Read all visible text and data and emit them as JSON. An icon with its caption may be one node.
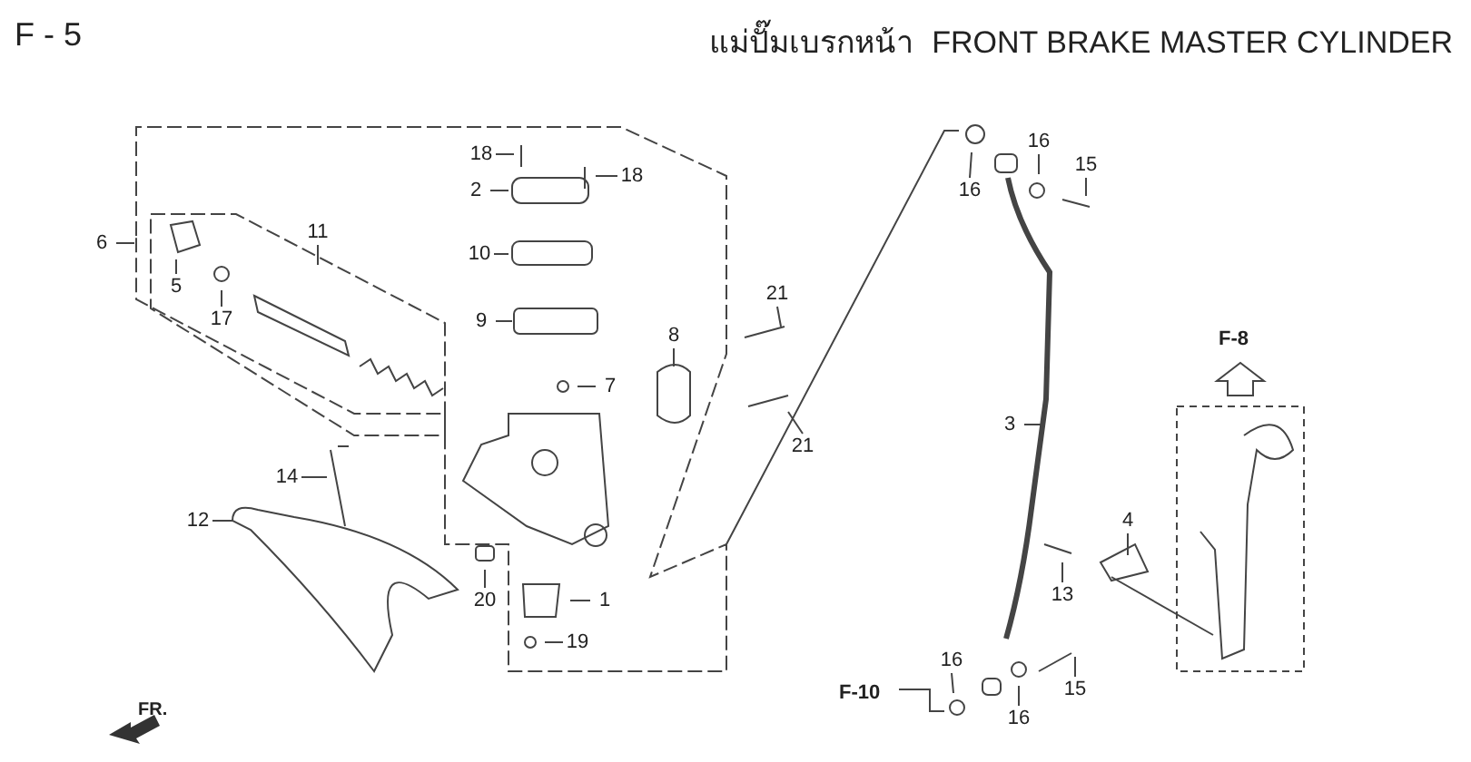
{
  "diagram": {
    "title": "แม่ปั๊มเบรกหน้า  FRONT BRAKE MASTER CYLINDER",
    "nodes": [
      {
        "text": [
          "18"
        ]
      },
      {
        "text": [
          "16"
        ]
      },
      {
        "text": [
          "15"
        ]
      },
      {
        "text": [
          "18"
        ]
      },
      {
        "text": [
          "2"
        ]
      },
      {
        "text": [
          "16"
        ]
      },
      {
        "text": [
          "11"
        ]
      },
      {
        "text": [
          "6"
        ]
      },
      {
        "text": [
          "10"
        ]
      },
      {
        "text": [
          "5"
        ]
      },
      {
        "text": [
          "21"
        ]
      },
      {
        "text": [
          "17"
        ]
      },
      {
        "text": [
          "9"
        ]
      },
      {
        "text": [
          "8"
        ]
      },
      {
        "text": [
          "7"
        ]
      },
      {
        "text": [
          "3"
        ]
      },
      {
        "text": [
          "21"
        ]
      },
      {
        "text": [
          "14"
        ]
      },
      {
        "text": [
          "4"
        ]
      },
      {
        "text": [
          "12"
        ]
      },
      {
        "text": [
          "13"
        ]
      },
      {
        "text": [
          "20"
        ]
      },
      {
        "text": [
          "1"
        ]
      },
      {
        "text": [
          "19"
        ]
      },
      {
        "text": [
          "16"
        ]
      },
      {
        "text": [
          "15"
        ]
      },
      {
        "text": [
          "16"
        ]
      }
    ],
    "edges": [
      {
        "from": 0,
        "to": null,
        "arrow": "none"
      },
      {
        "from": 1,
        "to": null,
        "arrow": "none"
      },
      {
        "from": 2,
        "to": null,
        "arrow": "none"
      },
      {
        "from": 3,
        "to": null,
        "arrow": "none"
      },
      {
        "from": 4,
        "to": null,
        "arrow": "none"
      },
      {
        "from": 5,
        "to": null,
        "arrow": "none"
      },
      {
        "from": 6,
        "to": null,
        "arrow": "none"
      },
      {
        "from": 7,
        "to": null,
        "arrow": "none"
      },
      {
        "from": 8,
        "to": null,
        "arrow": "none"
      },
      {
        "from": 9,
        "to": null,
        "arrow": "none"
      },
      {
        "from": 10,
        "to": null,
        "arrow": "none"
      },
      {
        "from": 11,
        "to": null,
        "arrow": "none"
      },
      {
        "from": 12,
        "to": null,
        "arrow": "none"
      },
      {
        "from": 13,
        "to": null,
        "arrow": "none"
      },
      {
        "from": 14,
        "to": null,
        "arrow": "none"
      },
      {
        "from": 15,
        "to": null,
        "arrow": "none"
      },
      {
        "from": 16,
        "to": null,
        "arrow": "none"
      },
      {
        "from": 17,
        "to": null,
        "arrow": "none"
      },
      {
        "from": 18,
        "to": null,
        "arrow": "none"
      },
      {
        "from": 19,
        "to": null,
        "arrow": "none"
      },
      {
        "from": 20,
        "to": null,
        "arrow": "none"
      },
      {
        "from": 21,
        "to": null,
        "arrow": "none"
      },
      {
        "from": 22,
        "to": null,
        "arrow": "none"
      },
      {
        "from": 23,
        "to": null,
        "arrow": "none"
      },
      {
        "from": 24,
        "to": null,
        "arrow": "none"
      },
      {
        "from": 25,
        "to": null,
        "arrow": "none"
      },
      {
        "from": 26,
        "to": null,
        "arrow": "none"
      }
    ],
    "labels": [
      "F - 5",
      "F-8",
      "F-10",
      "FR."
    ]
  }
}
